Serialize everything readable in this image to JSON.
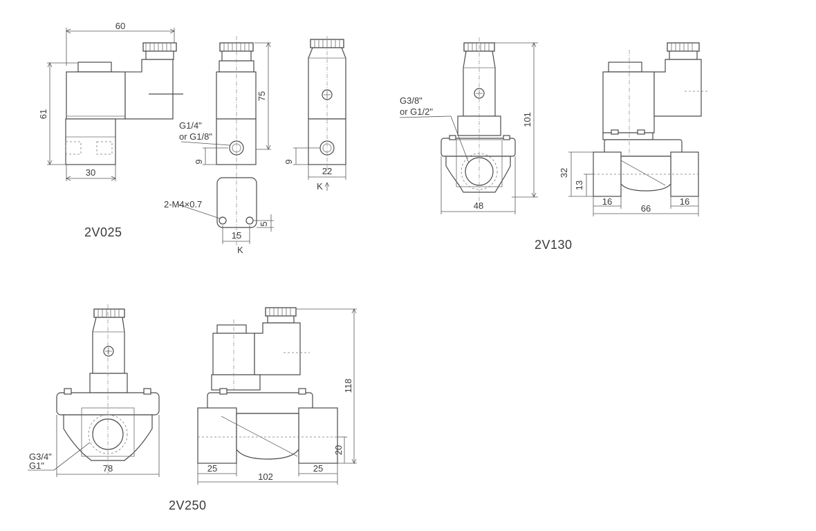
{
  "models": {
    "v025": "2V025",
    "v130": "2V130",
    "v250": "2V250"
  },
  "callouts": {
    "v025_port_line1": "G1/4\"",
    "v025_port_line2": "or G1/8\"",
    "v025_thread": "2-M4×0.7",
    "v025_view_a": "K",
    "v025_view_b": "K",
    "v130_port_line1": "G3/8\"",
    "v130_port_line2": "or G1/2\"",
    "v250_port_line1": "G3/4\"",
    "v250_port_line2": "G1\""
  },
  "dims": {
    "v025_width_top": "60",
    "v025_height": "61",
    "v025_base": "30",
    "v025_tall": "75",
    "v025_port_h_a": "9",
    "v025_port_h_b": "9",
    "v025_body_w": "22",
    "v025_hole_sp": "15",
    "v025_hole_off": "5",
    "v130_height": "101",
    "v130_width": "48",
    "v130_body_h": "32",
    "v130_port_h": "13",
    "v130_end_l": "16",
    "v130_end_r": "16",
    "v130_length": "66",
    "v250_height": "118",
    "v250_width": "78",
    "v250_port_h": "20",
    "v250_end_l": "25",
    "v250_end_r": "25",
    "v250_length": "102"
  }
}
